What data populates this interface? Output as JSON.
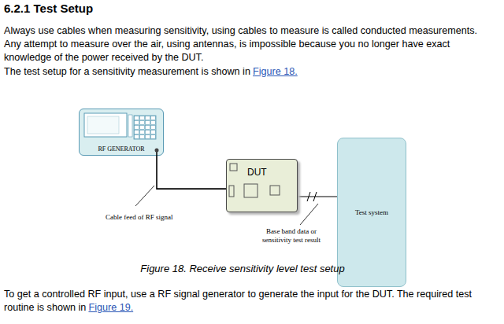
{
  "diagram": {
    "title": "6.2.1 Test Setup",
    "caption": "Figure 18. Receive sensitivity level test setup",
    "nodes": [
      {
        "text": [
          "RF GENERATOR"
        ]
      },
      {
        "text": [
          "DUT"
        ]
      },
      {
        "text": [
          "Test system"
        ]
      }
    ],
    "edges": [
      {
        "from": 0,
        "to": 1,
        "arrow": "none"
      },
      {
        "from": 1,
        "to": 2,
        "arrow": "none"
      }
    ],
    "labels": [
      "Always use cables when measuring sensitivity, using cables to measure is called conducted measurements. Any attempt to measure over the air, using antennas, is impossible because you no longer have exact knowledge of the power received by the DUT.",
      "The test setup for a sensitivity measurement is shown in",
      "Figure 18.",
      "Cable feed of RF signal",
      "Base band data or sensitivity test result",
      "To get a controlled RF input, use a RF signal generator to generate the input for the DUT. The required test routine is shown in",
      "Figure 19."
    ]
  }
}
